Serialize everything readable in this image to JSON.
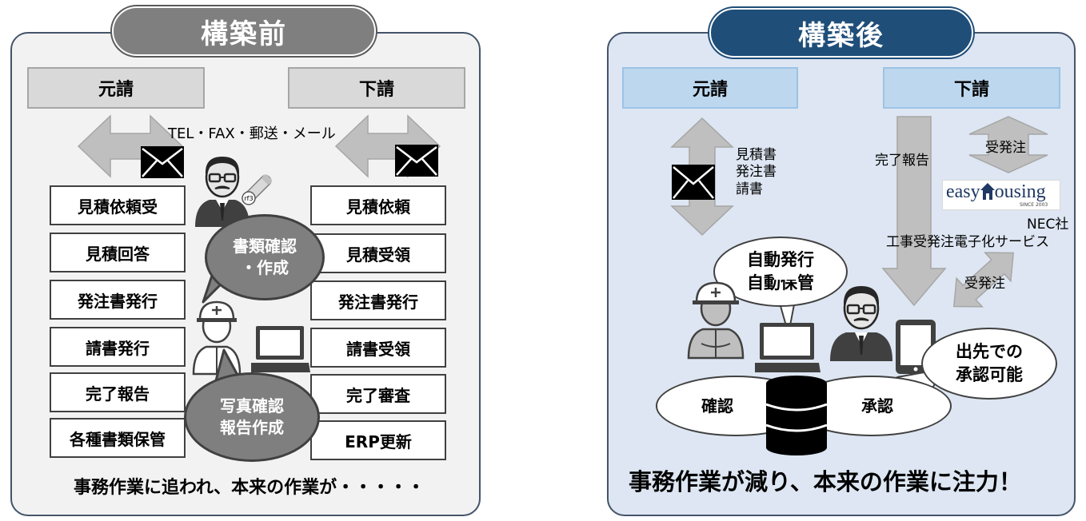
{
  "before": {
    "title": "構築前",
    "prime_label": "元請",
    "sub_label": "下請",
    "channel_label": "TEL・FAX・郵送・メール",
    "prime_tasks": [
      "見積依頼受",
      "見積回答",
      "発注書発行",
      "請書発行",
      "完了報告",
      "各種書類保管"
    ],
    "sub_tasks": [
      "見積依頼",
      "見積受領",
      "発注書発行",
      "請書受領",
      "完了審査",
      "ERP更新"
    ],
    "bubble_docs": "書類確認\n・作成",
    "bubble_photo": "写真確認\n報告作成",
    "footer": "事務作業に追われ、本来の作業が・・・・・"
  },
  "after": {
    "title": "構築後",
    "prime_label": "元請",
    "sub_label": "下請",
    "doc_list": "見積書\n発注書\n請書",
    "completion_label": "完了報告",
    "order_label_top": "受発注",
    "order_label_bottom": "受発注",
    "logo_text_a": "easy",
    "logo_text_b": "ousing",
    "logo_since": "SINCE 2003",
    "service_company": "NEC社",
    "service_name": "工事受発注電子化サービス",
    "bubble_auto": "自動発行\n自動保管",
    "bubble_remote": "出先での\n承認可能",
    "confirm_label": "確認",
    "approve_label": "承認",
    "footer": "事務作業が減り、本来の作業に注力！"
  },
  "colors": {
    "before_header": "#7f7f7f",
    "after_header": "#1f4e79",
    "arrow_gray": "#bfbfbf",
    "panel_before": "#f2f2f2",
    "panel_after": "#dde6f2"
  }
}
